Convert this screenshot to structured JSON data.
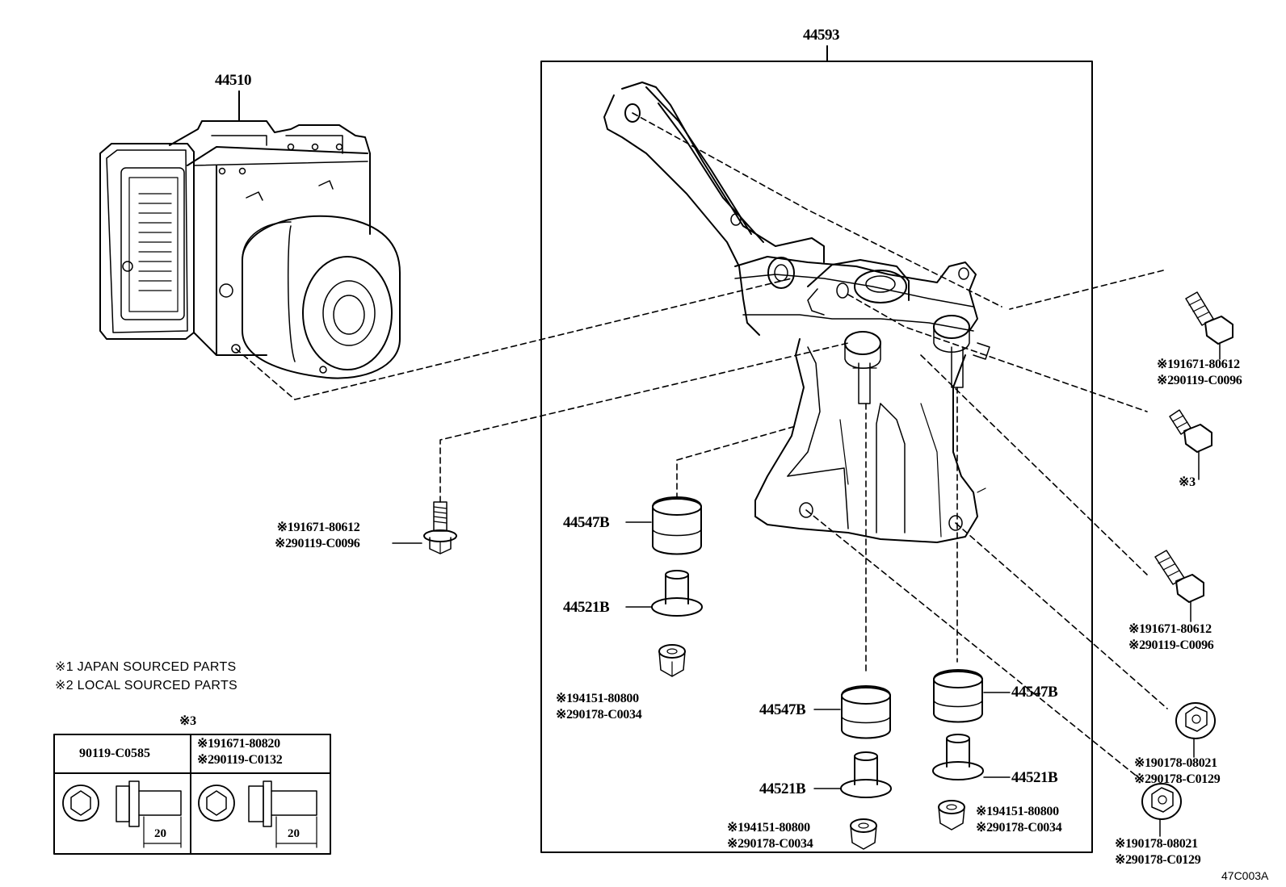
{
  "callouts": {
    "actuator": "44510",
    "bracket_assy": "44593",
    "cushion_left": "44547B",
    "collar_left": "44521B",
    "cushion_bottom_left": "44547B",
    "collar_bottom_left": "44521B",
    "cushion_bottom_right": "44547B",
    "collar_bottom_right": "44521B"
  },
  "refs": {
    "bolt_left": [
      "※191671-80612",
      "※290119-C0096"
    ],
    "bolt_right_top": [
      "※191671-80612",
      "※290119-C0096"
    ],
    "bolt_right_mid": "※3",
    "bolt_right_low": [
      "※191671-80612",
      "※290119-C0096"
    ],
    "nut_left": [
      "※194151-80800",
      "※290178-C0034"
    ],
    "nut_bottom_center": [
      "※194151-80800",
      "※290178-C0034"
    ],
    "nut_bottom_right": [
      "※194151-80800",
      "※290178-C0034"
    ],
    "nut_right_upper": [
      "※190178-08021",
      "※290178-C0129"
    ],
    "nut_right_lower": [
      "※190178-08021",
      "※290178-C0129"
    ]
  },
  "notes": {
    "line1": "※1 JAPAN SOURCED PARTS",
    "line2": "※2 LOCAL SOURCED PARTS"
  },
  "table": {
    "title": "※3",
    "col1_header": "90119-C0585",
    "col2_header": [
      "※191671-80820",
      "※290119-C0132"
    ],
    "col1_dim": "20",
    "col2_dim": "20"
  },
  "diagram_code": "47C003A"
}
